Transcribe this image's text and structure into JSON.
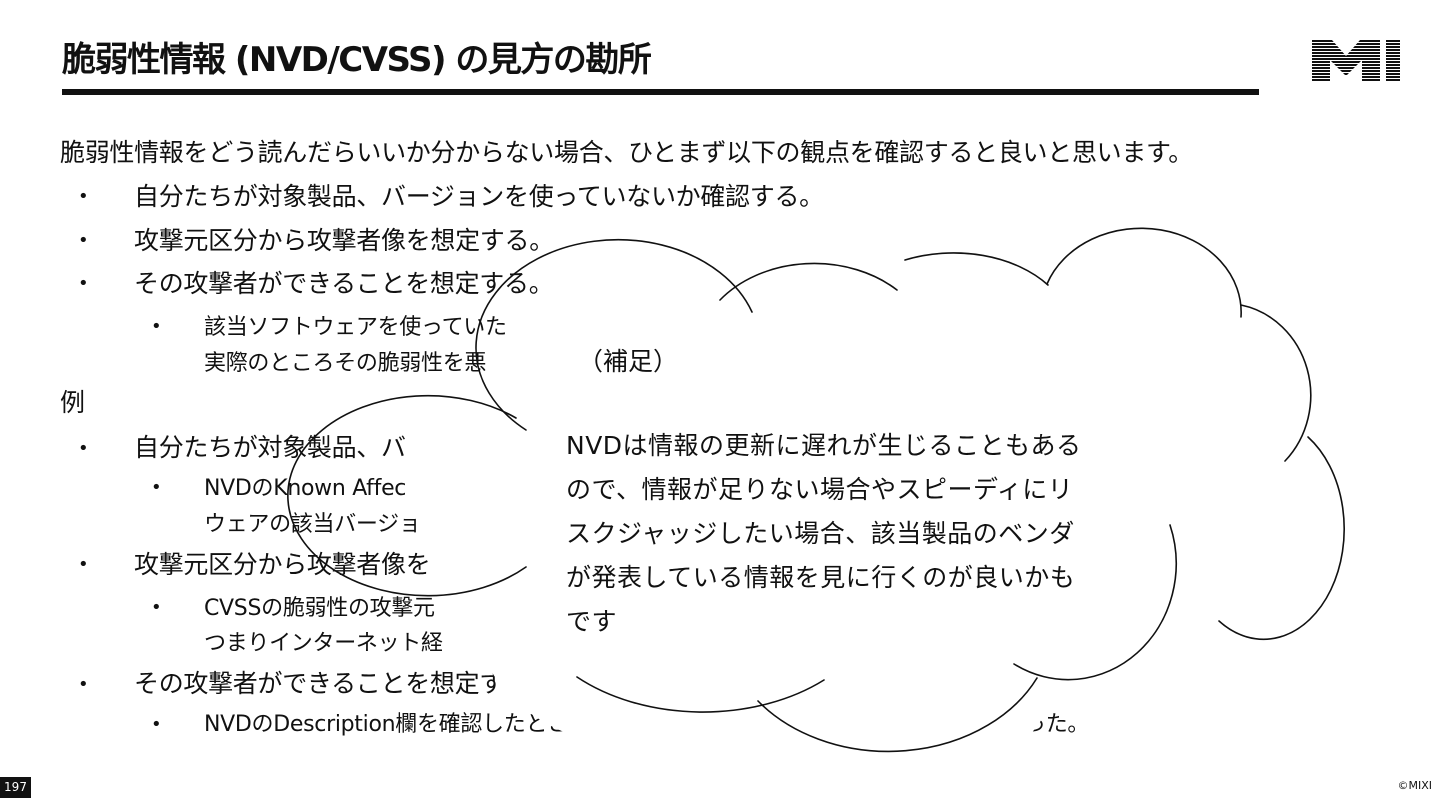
{
  "slide": {
    "title": "脆弱性情報 (NVD/CVSS) の見方の勘所",
    "page_number": "197",
    "copyright": "©MIXI",
    "logo_text": "MIXI"
  },
  "body": {
    "intro": "脆弱性情報をどう読んだらいいか分からない場合、ひとまず以下の観点を確認すると良いと思います。",
    "bullet_glyph": "•",
    "points": [
      "自分たちが対象製品、バージョンを使っていないか確認する。",
      "攻撃元区分から攻撃者像を想定する。",
      "その攻撃者ができることを想定する。"
    ],
    "sub_point": {
      "line1": "該当ソフトウェアを使っていた",
      "line2": "実際のところその脆弱性を悪"
    },
    "example_heading": "例",
    "examples": [
      {
        "text": "自分たちが対象製品、バ",
        "sub": {
          "line1": "NVDのKnown Affec",
          "line2": "ウェアの該当バージョ"
        }
      },
      {
        "text": "攻撃元区分から攻撃者像を",
        "sub": {
          "line1": "CVSSの脆弱性の攻撃元",
          "line2": "つまりインターネット経"
        }
      },
      {
        "text": "その攻撃者ができることを想定す",
        "sub": {
          "line1": "NVDのDescription欄を確認したとこ",
          "tail": "った。"
        }
      }
    ]
  },
  "callout": {
    "title": "（補足）",
    "lines": [
      "NVDは情報の更新に遅れが生じることもある",
      "ので、情報が足りない場合やスピーディにリ",
      "スクジャッジしたい場合、該当製品のベンダ",
      "が発表している情報を見に行くのが良いかも",
      "です"
    ]
  }
}
